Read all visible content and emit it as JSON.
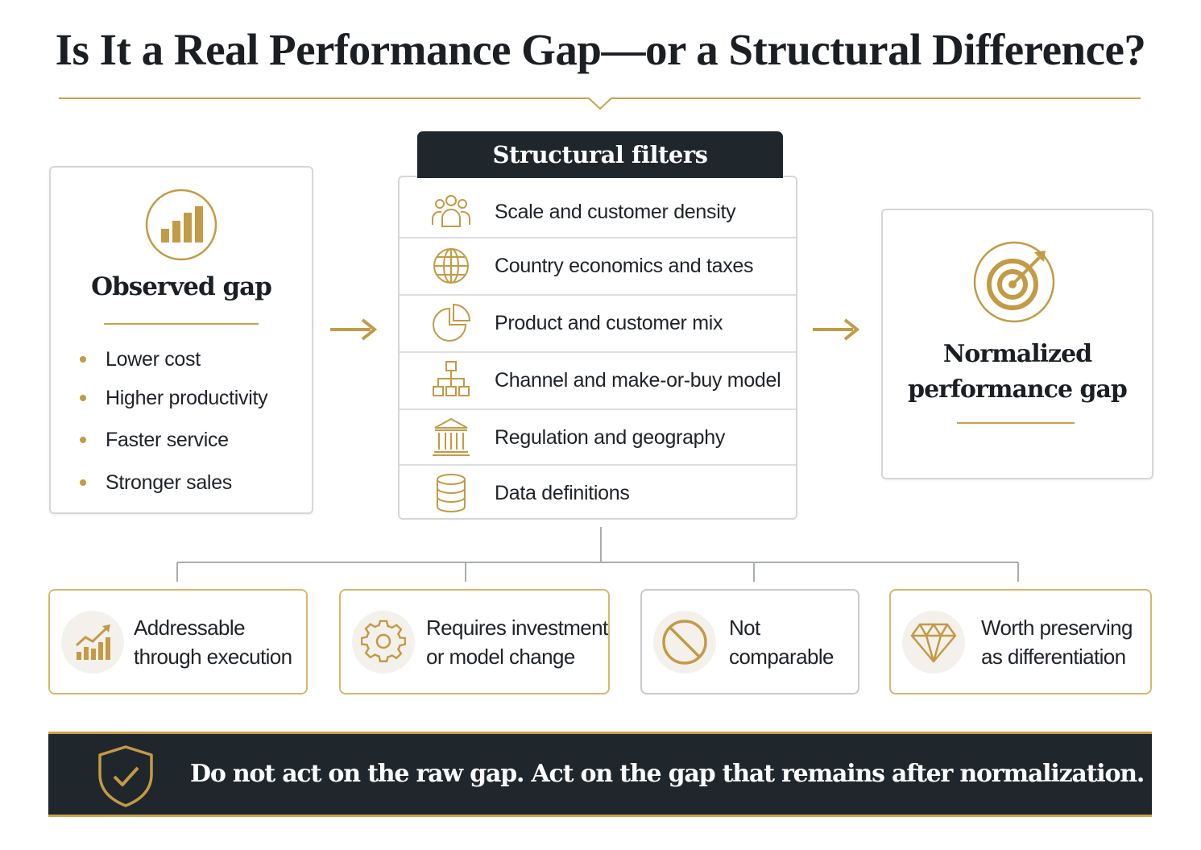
{
  "title": "Is It a Real Performance Gap—or a Structural Difference?",
  "observed": {
    "icon": "bar-chart-icon",
    "heading": "Observed gap",
    "items": [
      "Lower cost",
      "Higher productivity",
      "Faster service",
      "Stronger sales"
    ]
  },
  "filters": {
    "header": "Structural filters",
    "items": [
      {
        "icon": "people-group-icon",
        "label": "Scale and customer density"
      },
      {
        "icon": "globe-icon",
        "label": "Country economics and taxes"
      },
      {
        "icon": "pie-chart-icon",
        "label": "Product and customer mix"
      },
      {
        "icon": "hierarchy-icon",
        "label": "Channel and make-or-buy model"
      },
      {
        "icon": "bank-building-icon",
        "label": "Regulation and geography"
      },
      {
        "icon": "database-icon",
        "label": "Data definitions"
      }
    ]
  },
  "normalized": {
    "icon": "target-icon",
    "heading_line1": "Normalized",
    "heading_line2": "performance gap"
  },
  "outcomes": [
    {
      "icon": "growth-chart-icon",
      "line1": "Addressable",
      "line2": "through execution"
    },
    {
      "icon": "gear-icon",
      "line1": "Requires investment",
      "line2": "or model change"
    },
    {
      "icon": "prohibited-icon",
      "line1": "Not",
      "line2": "comparable"
    },
    {
      "icon": "diamond-icon",
      "line1": "Worth preserving",
      "line2": "as differentiation"
    }
  ],
  "banner": {
    "icon": "shield-check-icon",
    "text": "Do not act on the raw gap. Act on the gap that remains after normalization."
  },
  "colors": {
    "gold": "#c39a45",
    "dark": "#1f272d",
    "border": "#d4d6d9"
  }
}
